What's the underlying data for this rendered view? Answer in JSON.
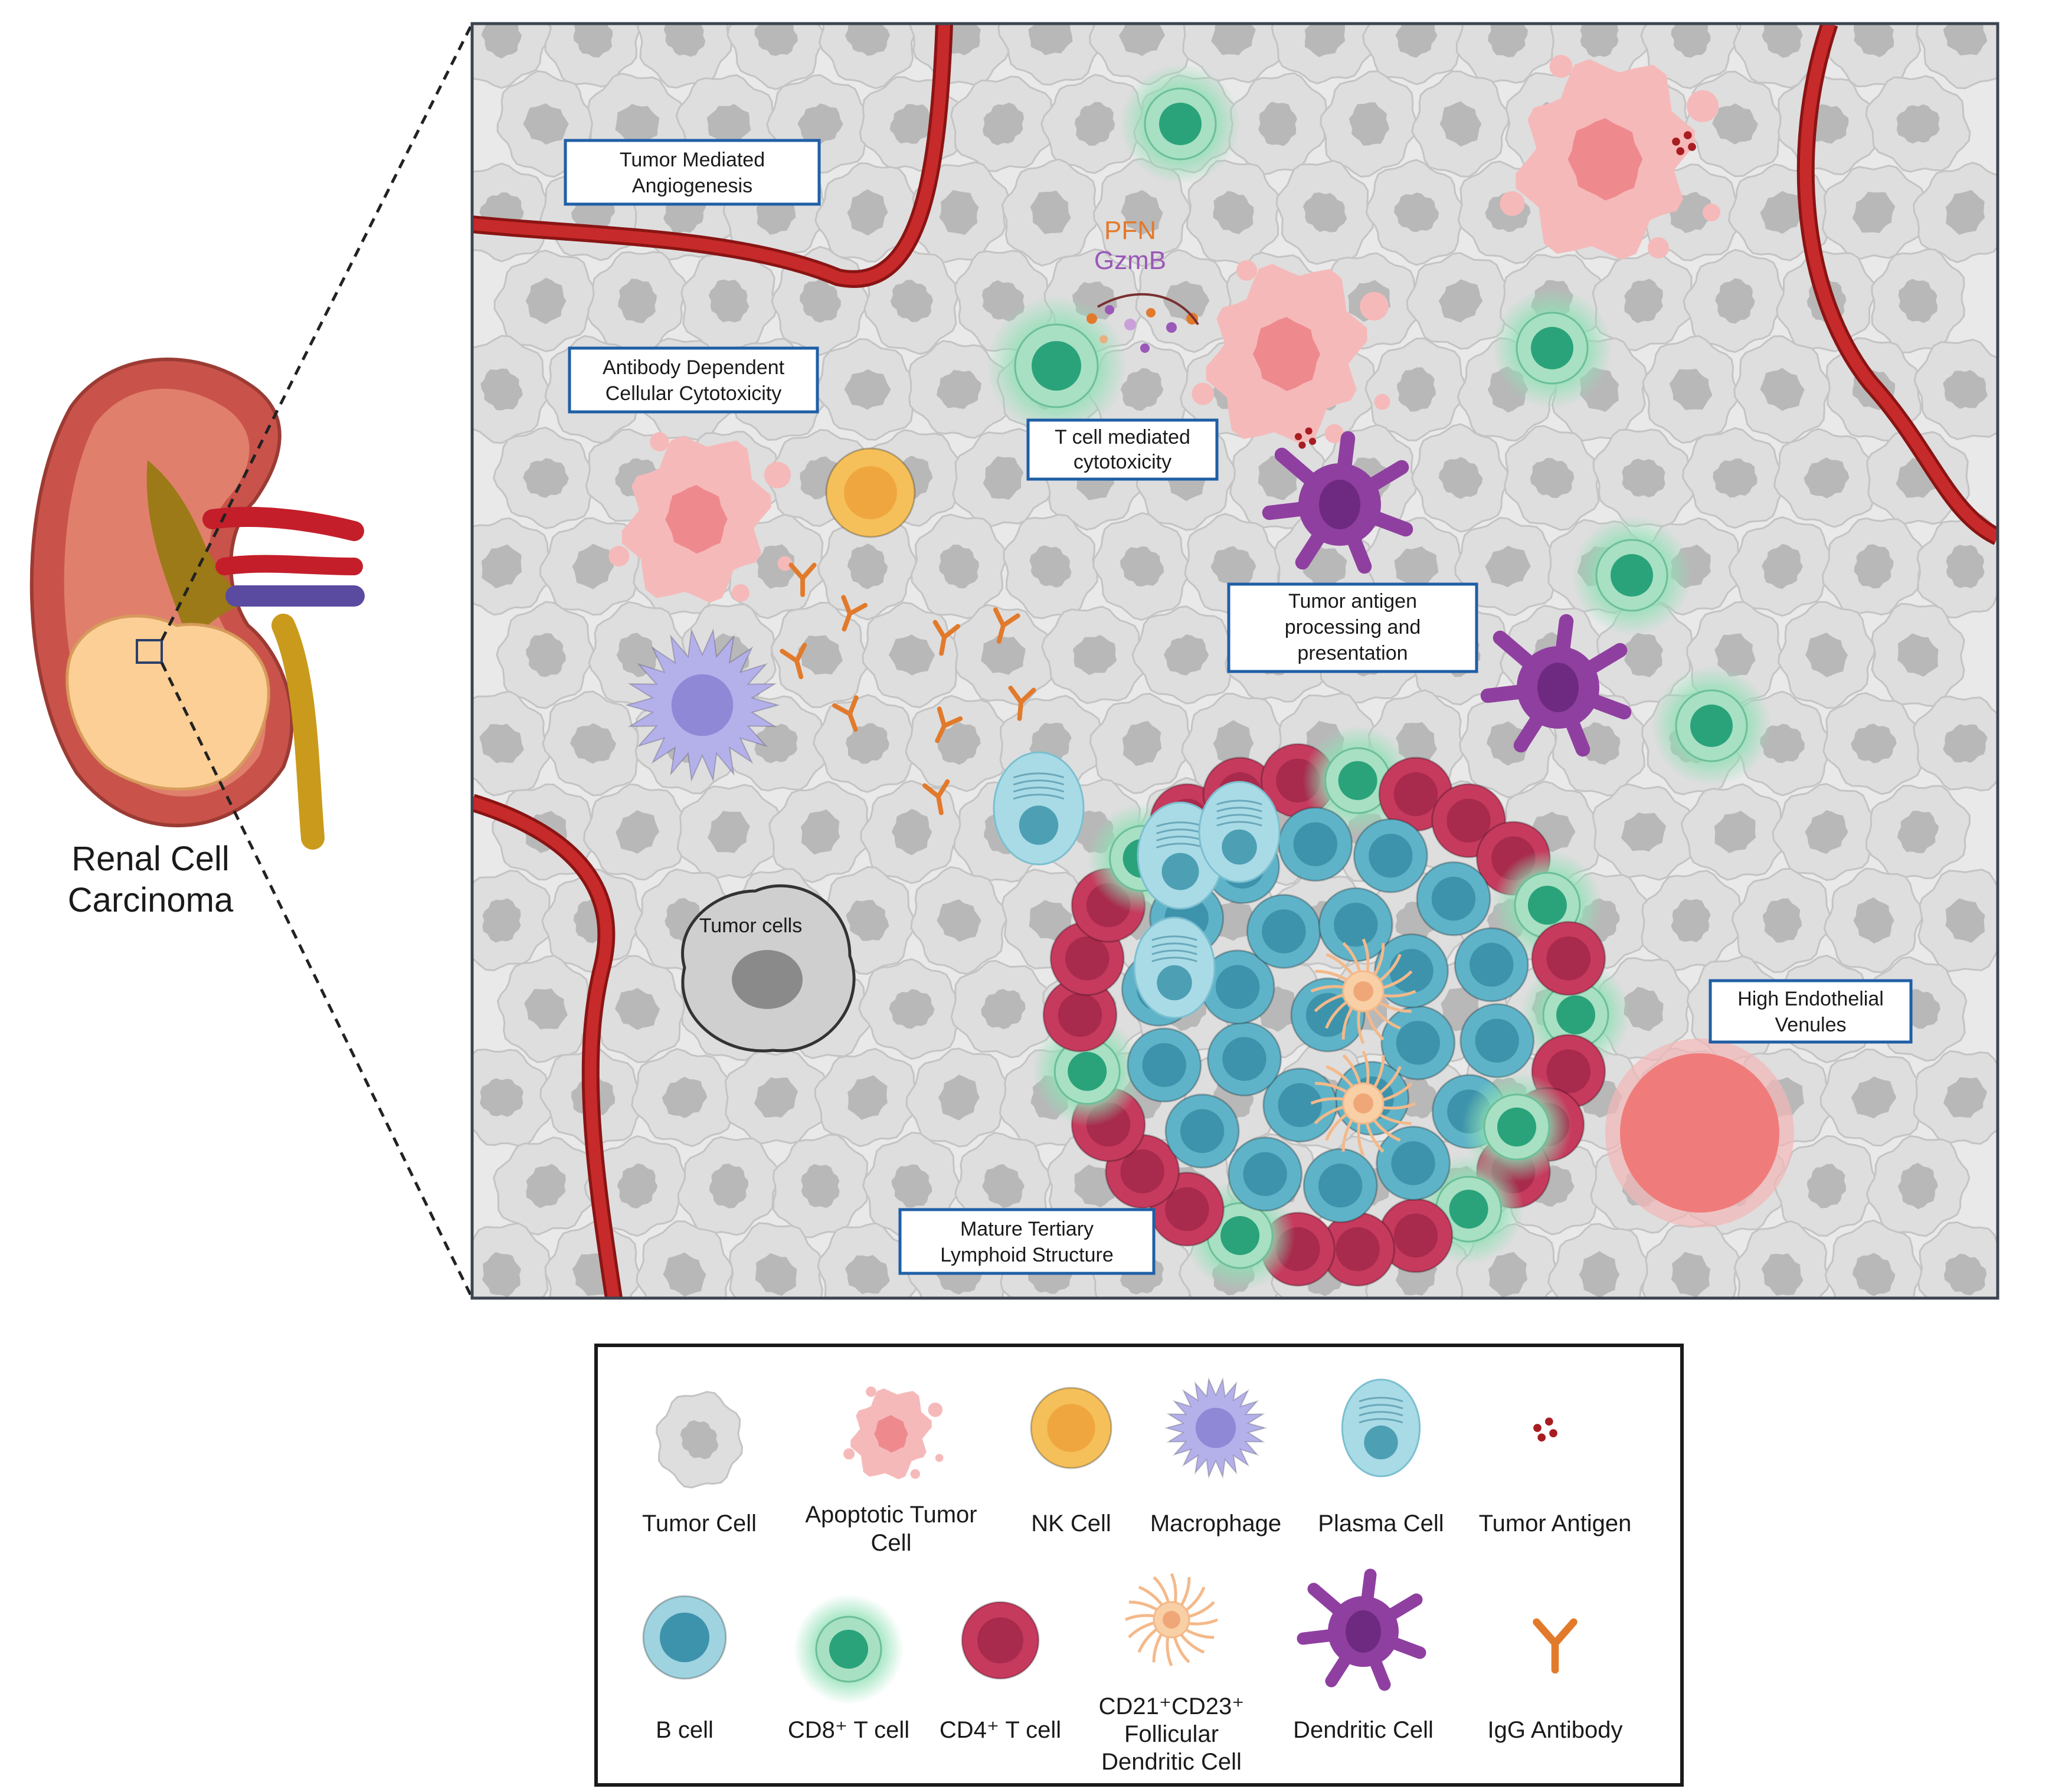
{
  "organ_label": [
    "Renal Cell",
    "Carcinoma"
  ],
  "callouts": {
    "angiogenesis": [
      "Tumor Mediated",
      "Angiogenesis"
    ],
    "adcc": [
      "Antibody Dependent",
      "Cellular Cytotoxicity"
    ],
    "tcell_cytotoxicity": [
      "T cell mediated",
      "cytotoxicity"
    ],
    "antigen_processing": [
      "Tumor antigen",
      "processing and",
      "presentation"
    ],
    "tumor_cells": "Tumor cells",
    "hev": [
      "High Endothelial",
      "Venules"
    ],
    "tls": [
      "Mature Tertiary",
      "Lymphoid Structure"
    ]
  },
  "molecules": {
    "pfn": "PFN",
    "gzmb": "GzmB"
  },
  "legend": {
    "row1": [
      [
        "Tumor Cell"
      ],
      [
        "Apoptotic Tumor",
        "Cell"
      ],
      [
        "NK Cell"
      ],
      [
        "Macrophage"
      ],
      [
        "Plasma Cell"
      ],
      [
        "Tumor Antigen"
      ]
    ],
    "row2": [
      [
        "B cell"
      ],
      [
        "CD8⁺ T cell"
      ],
      [
        "CD4⁺ T cell"
      ],
      [
        "CD21⁺CD23⁺",
        "Follicular",
        "Dendritic Cell"
      ],
      [
        "Dendritic Cell"
      ],
      [
        "IgG Antibody"
      ]
    ]
  },
  "colors": {
    "tumor_cell": "#d6d6d6",
    "apoptotic": "#f6b9b9",
    "nk": "#f5c05a",
    "macrophage": "#b4b0ea",
    "plasma": "#a9dbe6",
    "antigen": "#a71d22",
    "b_cell": "#5fb3c8",
    "cd8": "#2aa37a",
    "cd4": "#c63a5e",
    "fdc": "#f4b98a",
    "dendritic": "#8f3fa0",
    "antibody": "#e27a2c",
    "vessel": "#c02828",
    "callout_border": "#1f5fa6",
    "pfn": "#e27a2c",
    "gzmb": "#9a58b8"
  }
}
